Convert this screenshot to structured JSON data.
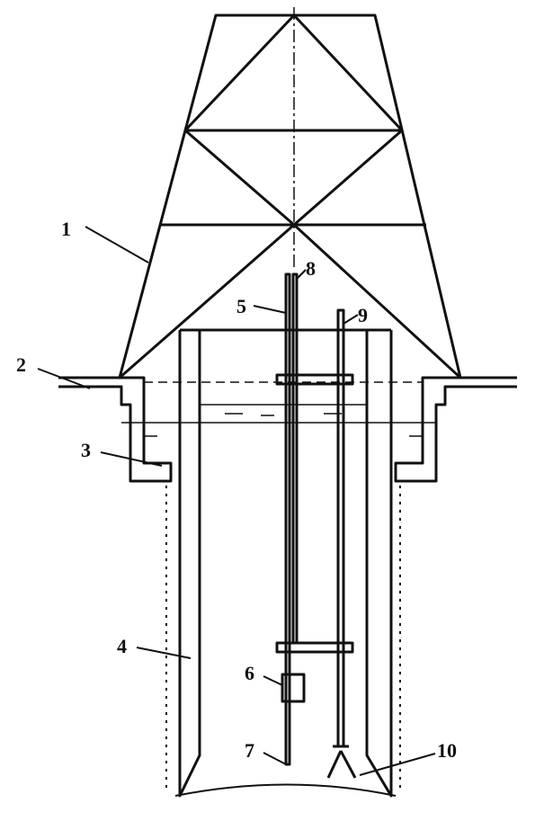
{
  "diagram": {
    "labels": [
      "1",
      "2",
      "3",
      "4",
      "5",
      "6",
      "7",
      "8",
      "9",
      "10"
    ],
    "colors": {
      "ink": "#111111",
      "background": "#ffffff"
    }
  }
}
